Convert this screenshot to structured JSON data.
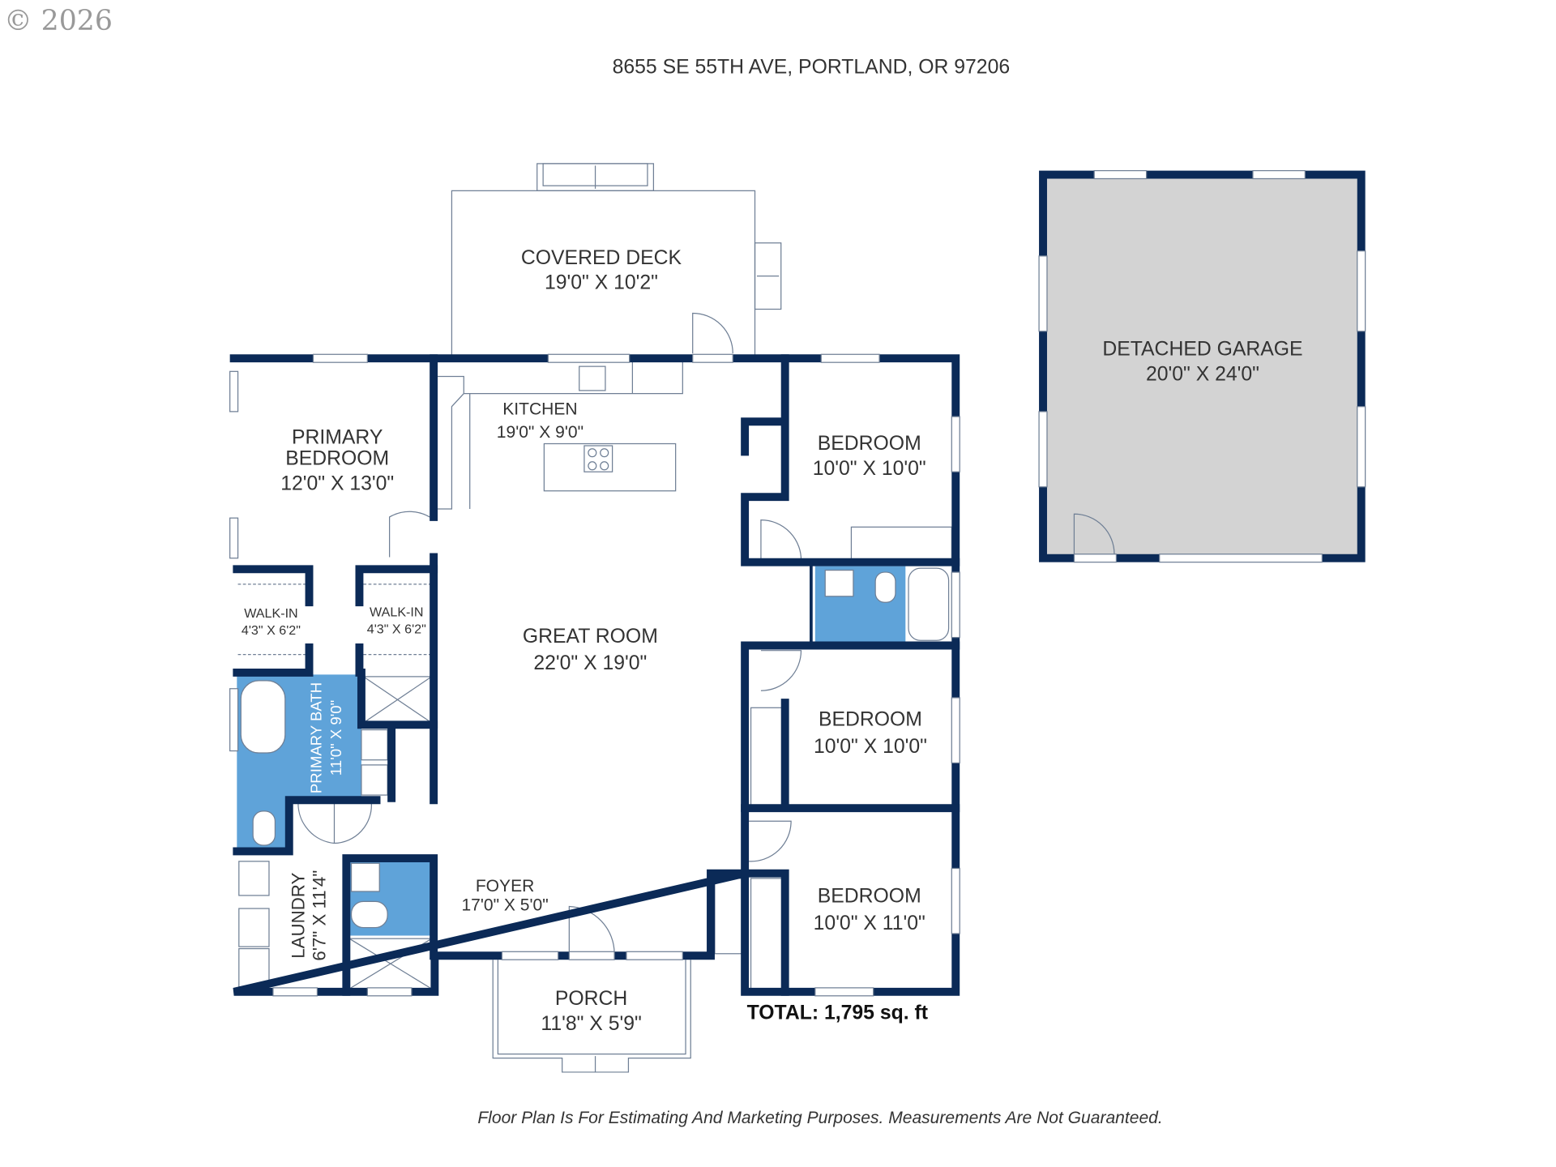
{
  "copyright": "© 2026",
  "address": "8655 SE 55TH AVE, PORTLAND, OR 97206",
  "rooms": {
    "covered_deck": {
      "name": "COVERED DECK",
      "dims": "19'0\" X 10'2\""
    },
    "primary_bedroom": {
      "name1": "PRIMARY",
      "name2": "BEDROOM",
      "dims": "12'0\" X 13'0\""
    },
    "kitchen": {
      "name": "KITCHEN",
      "dims": "19'0\" X 9'0\""
    },
    "bedroom1": {
      "name": "BEDROOM",
      "dims": "10'0\" X 10'0\""
    },
    "walkin_left": {
      "name": "WALK-IN",
      "dims": "4'3\" X 6'2\""
    },
    "walkin_right": {
      "name": "WALK-IN",
      "dims": "4'3\" X 6'2\""
    },
    "great_room": {
      "name": "GREAT ROOM",
      "dims": "22'0\" X 19'0\""
    },
    "primary_bath": {
      "name": "PRIMARY BATH",
      "dims": "11'0\" X 9'0\""
    },
    "bedroom2": {
      "name": "BEDROOM",
      "dims": "10'0\" X 10'0\""
    },
    "laundry": {
      "name": "LAUNDRY",
      "dims": "6'7\" X 11'4\""
    },
    "foyer": {
      "name": "FOYER",
      "dims": "17'0\" X 5'0\""
    },
    "bedroom3": {
      "name": "BEDROOM",
      "dims": "10'0\" X 11'0\""
    },
    "porch": {
      "name": "PORCH",
      "dims": "11'8\" X 5'9\""
    },
    "garage": {
      "name": "DETACHED GARAGE",
      "dims": "20'0\" X 24'0\""
    }
  },
  "total": "TOTAL: 1,795 sq. ft",
  "disclaimer": "Floor Plan Is For Estimating And Marketing Purposes. Measurements Are Not Guaranteed.",
  "colors": {
    "wall": "#0b2a57",
    "bath": "#5fa3d9",
    "garage": "#d3d3d3"
  }
}
